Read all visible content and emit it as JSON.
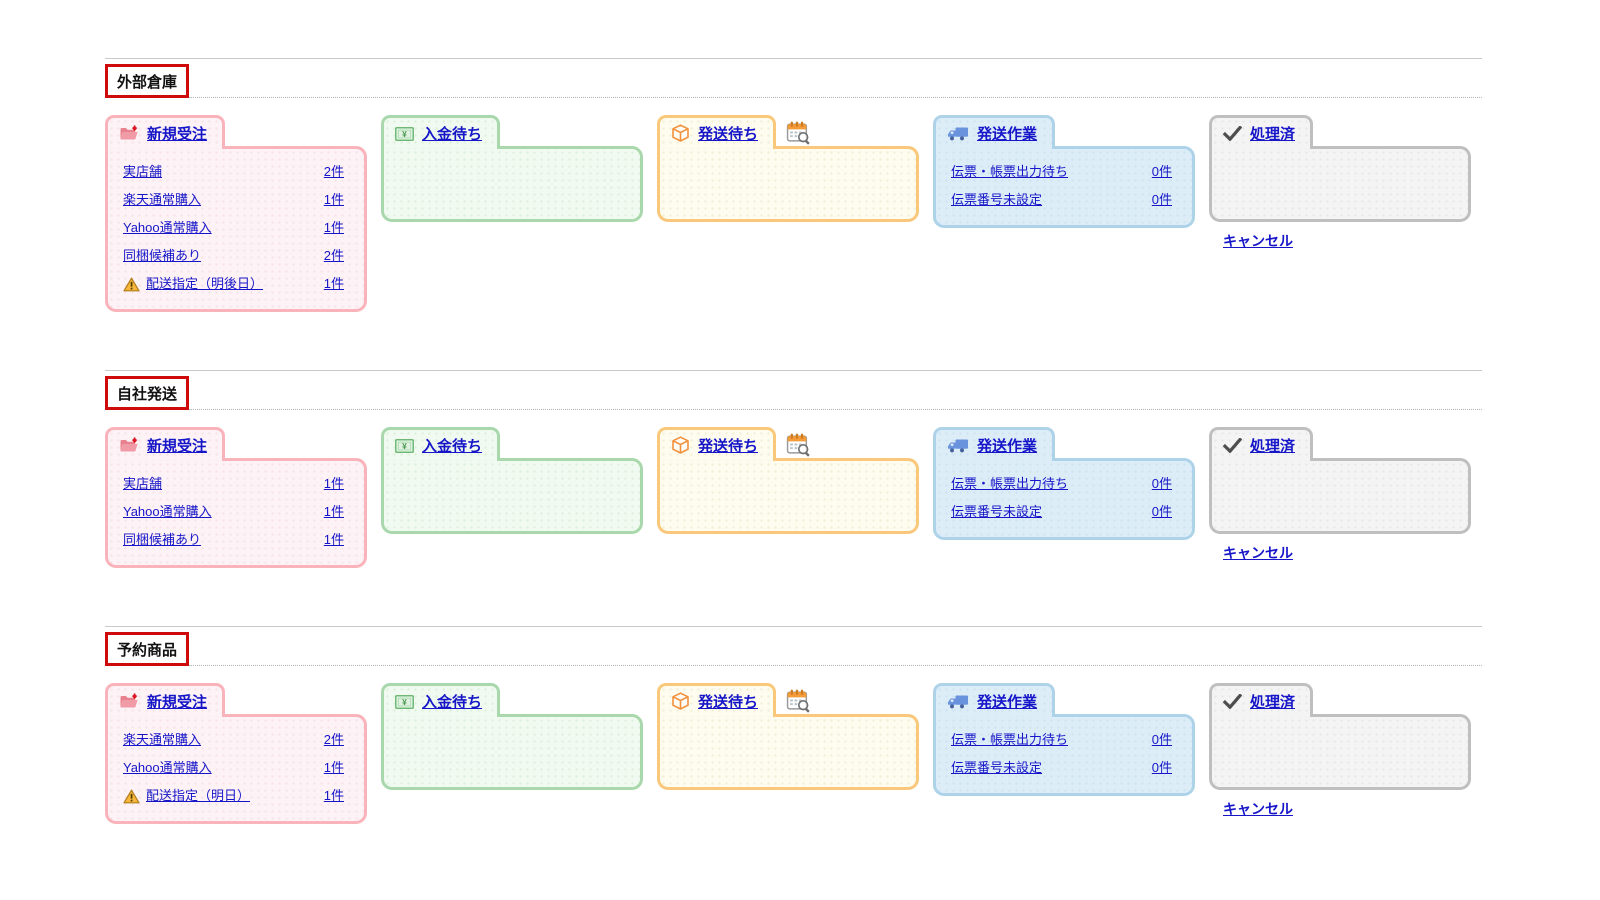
{
  "colors": {
    "link": "#1616c8",
    "section_box_border": "#cf0a0a",
    "pink_border": "#f9b3ba",
    "pink_bg": "#fdf2f5",
    "green_border": "#a8d8ac",
    "green_bg": "#f0faf0",
    "yellow_border": "#f9c87a",
    "yellow_bg": "#fdfcef",
    "blue_border": "#aed3e8",
    "blue_bg": "#ddedf8",
    "gray_border": "#bfbfbf",
    "gray_bg": "#f4f4f4"
  },
  "icons": {
    "new_orders": "folder-new-orders-icon",
    "payment_wait": "money-icon",
    "ship_wait": "package-icon",
    "ship_wait_extra": "calendar-search-icon",
    "ship_work": "truck-icon",
    "processed": "check-icon",
    "warning": "warning-icon"
  },
  "sections": [
    {
      "title": "外部倉庫",
      "cancel_label": "キャンセル",
      "cards": [
        {
          "label": "新規受注",
          "items": [
            {
              "label": "実店舗",
              "count": "2件"
            },
            {
              "label": "楽天通常購入",
              "count": "1件"
            },
            {
              "label": "Yahoo通常購入",
              "count": "1件"
            },
            {
              "label": "同梱候補あり",
              "count": "2件"
            },
            {
              "label": "配送指定（明後日）",
              "count": "1件",
              "warning": true
            }
          ]
        },
        {
          "label": "入金待ち",
          "items": []
        },
        {
          "label": "発送待ち",
          "items": [],
          "has_calendar_search": true
        },
        {
          "label": "発送作業",
          "items": [
            {
              "label": "伝票・帳票出力待ち",
              "count": "0件"
            },
            {
              "label": "伝票番号未設定",
              "count": "0件"
            }
          ]
        },
        {
          "label": "処理済",
          "items": []
        }
      ]
    },
    {
      "title": "自社発送",
      "cancel_label": "キャンセル",
      "cards": [
        {
          "label": "新規受注",
          "items": [
            {
              "label": "実店舗",
              "count": "1件"
            },
            {
              "label": "Yahoo通常購入",
              "count": "1件"
            },
            {
              "label": "同梱候補あり",
              "count": "1件"
            }
          ]
        },
        {
          "label": "入金待ち",
          "items": []
        },
        {
          "label": "発送待ち",
          "items": [],
          "has_calendar_search": true
        },
        {
          "label": "発送作業",
          "items": [
            {
              "label": "伝票・帳票出力待ち",
              "count": "0件"
            },
            {
              "label": "伝票番号未設定",
              "count": "0件"
            }
          ]
        },
        {
          "label": "処理済",
          "items": []
        }
      ]
    },
    {
      "title": "予約商品",
      "cancel_label": "キャンセル",
      "cards": [
        {
          "label": "新規受注",
          "items": [
            {
              "label": "楽天通常購入",
              "count": "2件"
            },
            {
              "label": "Yahoo通常購入",
              "count": "1件"
            },
            {
              "label": "配送指定（明日）",
              "count": "1件",
              "warning": true
            }
          ]
        },
        {
          "label": "入金待ち",
          "items": []
        },
        {
          "label": "発送待ち",
          "items": [],
          "has_calendar_search": true
        },
        {
          "label": "発送作業",
          "items": [
            {
              "label": "伝票・帳票出力待ち",
              "count": "0件"
            },
            {
              "label": "伝票番号未設定",
              "count": "0件"
            }
          ]
        },
        {
          "label": "処理済",
          "items": []
        }
      ]
    }
  ]
}
